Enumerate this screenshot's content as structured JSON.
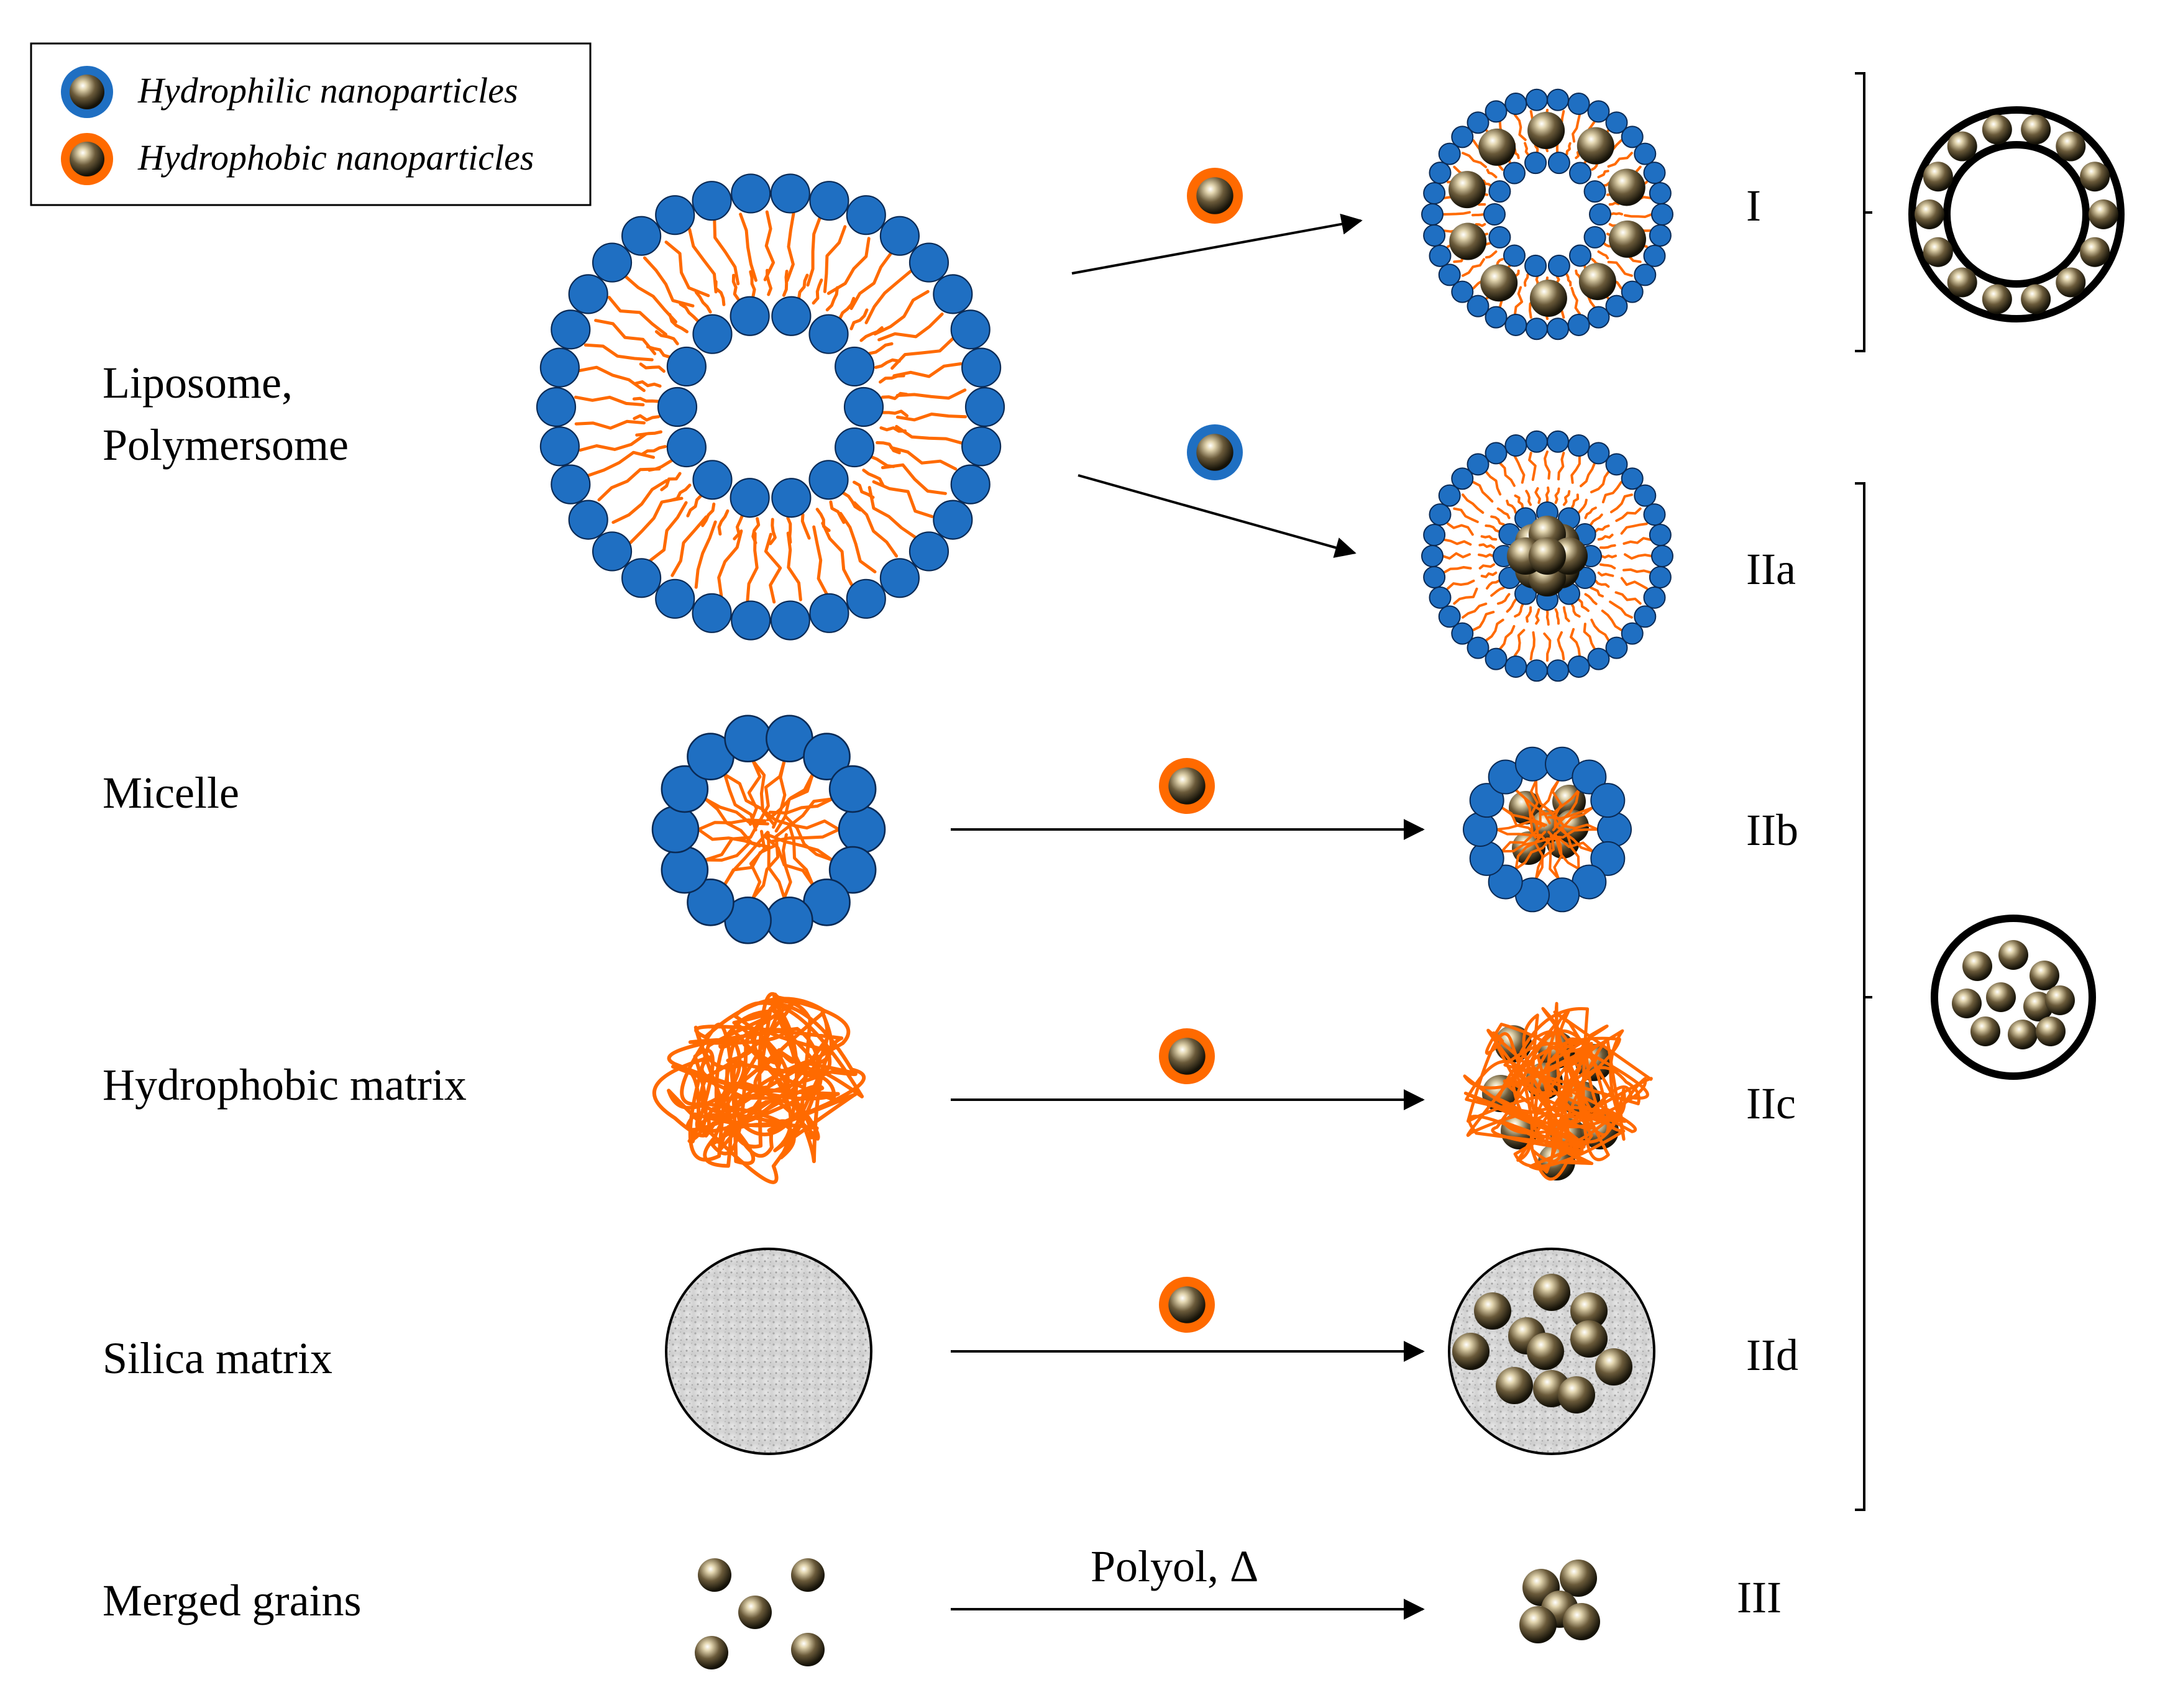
{
  "legend": {
    "hydrophilic_label": "Hydrophilic nanoparticles",
    "hydrophobic_label": "Hydrophobic nanoparticles"
  },
  "rows": {
    "liposome_label_line1": "Liposome,",
    "liposome_label_line2": "Polymersome",
    "micelle_label": "Micelle",
    "hydrophobic_matrix_label": "Hydrophobic matrix",
    "silica_matrix_label": "Silica matrix",
    "merged_grains_label": "Merged grains"
  },
  "roman": {
    "I": "I",
    "IIa": "IIa",
    "IIb": "IIb",
    "IIc": "IIc",
    "IId": "IId",
    "III": "III"
  },
  "conditions": {
    "merged": "Polyol, Δ"
  },
  "colors": {
    "hydrophilic_head": "#1f6fc2",
    "hydrophobic_tail": "#ff6a00",
    "particle_core": "#6a5a3a",
    "silica": "#d8d8d8"
  }
}
